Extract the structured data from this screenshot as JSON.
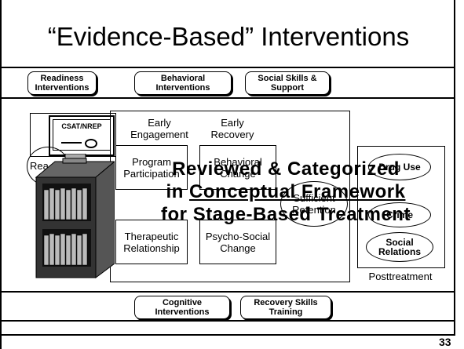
{
  "title": "“Evidence-Based” Interventions",
  "top_pills": [
    "Readiness Interventions",
    "Behavioral Interventions",
    "Social Skills & Support"
  ],
  "bottom_pills": [
    "Cognitive Interventions",
    "Recovery Skills Training"
  ],
  "diagram": {
    "certificate_label": "CSAT/NREP",
    "readiness_partial": "Rea",
    "early_engagement": "Early Engagement",
    "early_recovery": "Early Recovery",
    "program_participation": "Program Participation",
    "behavioral_change": "Behavioral Change",
    "therapeutic_relationship": "Therapeutic Relationship",
    "psycho_social_change": "Psycho-Social Change",
    "sufficient_retention": "Sufficient Retention",
    "outcomes": [
      "Drug Use",
      "Crime",
      "Social Relations"
    ],
    "posttreatment": "Posttreatment"
  },
  "overlay": {
    "line1": "Reviewed & Categorized",
    "line2_prefix": "in ",
    "line2_underlined": "Conceptual Framework",
    "line3": "for Stage-Based Treatment"
  },
  "page_number": "33"
}
